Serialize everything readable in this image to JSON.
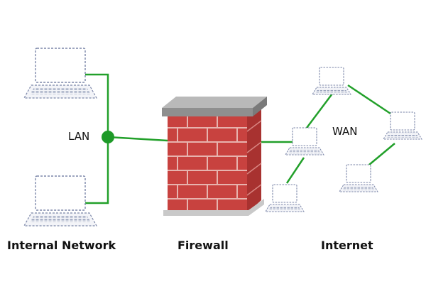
{
  "labels": {
    "lan": "LAN",
    "wan": "WAN",
    "internal": "Internal Network",
    "firewall": "Firewall",
    "internet": "Internet"
  },
  "colors": {
    "link": "#22a02a",
    "hub": "#1e9a28",
    "brick": "#c8423f",
    "brick_dark": "#a83230",
    "mortar": "#e7b3ae",
    "wall_cap": "#9a9a9a",
    "laptop_outline": "#7b86a8"
  },
  "icons": [
    "laptop-icon",
    "firewall-icon",
    "hub-node"
  ]
}
